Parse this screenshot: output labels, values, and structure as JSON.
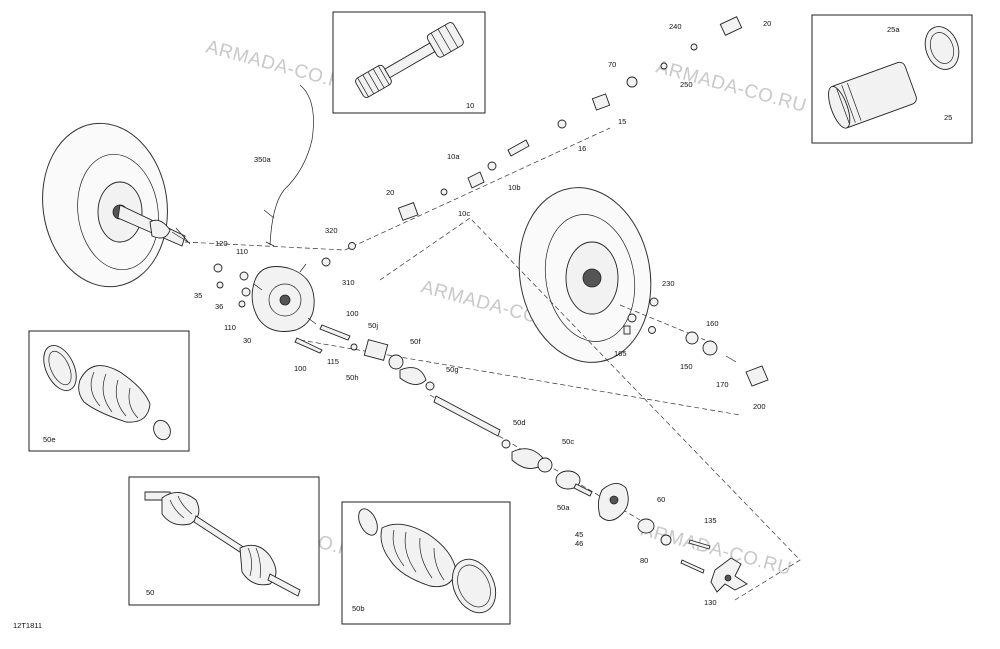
{
  "diagram_id": "12T1811",
  "watermark": "ARMADA-CO.RU",
  "callouts": {
    "c240": "240",
    "c20a": "20",
    "c70": "70",
    "c250": "250",
    "c15": "15",
    "c16": "16",
    "c10a": "10a",
    "c10b": "10b",
    "c10c": "10c",
    "c20b": "20",
    "c320": "320",
    "c310": "310",
    "c350a": "350a",
    "c120": "120",
    "c110a": "110",
    "c35": "35",
    "c36": "36",
    "c110b": "110",
    "c30": "30",
    "c100a": "100",
    "c50j": "50j",
    "c115": "115",
    "c50f": "50f",
    "c50h": "50h",
    "c50g": "50g",
    "c100b": "100",
    "c50d": "50d",
    "c50c": "50c",
    "c50a": "50a",
    "c45": "45",
    "c46": "46",
    "c60": "60",
    "c135": "135",
    "c80": "80",
    "c130": "130",
    "c230": "230",
    "c165": "165",
    "c160": "160",
    "c150": "150",
    "c170": "170",
    "c200": "200"
  },
  "insets": {
    "inset10": "10",
    "inset25a": "25a",
    "inset25": "25",
    "inset50e": "50e",
    "inset50": "50",
    "inset50b": "50b"
  }
}
